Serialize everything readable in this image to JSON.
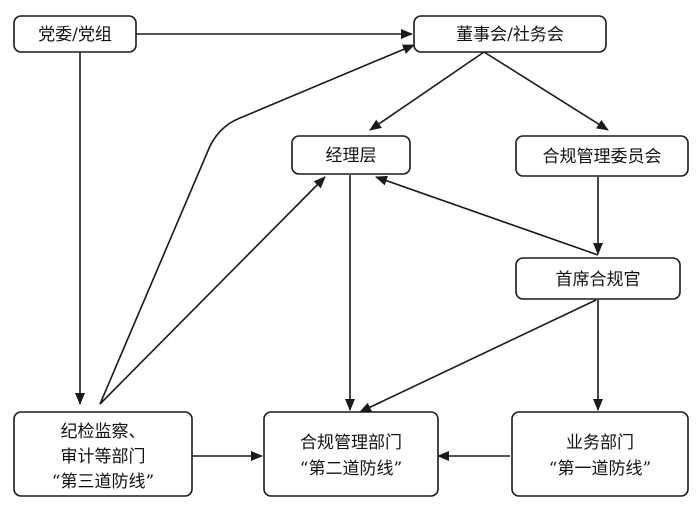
{
  "nodes": {
    "party": {
      "lines": [
        "党委/党组"
      ]
    },
    "board": {
      "lines": [
        "董事会/社务会"
      ]
    },
    "manager": {
      "lines": [
        "经理层"
      ]
    },
    "committee": {
      "lines": [
        "合规管理委员会"
      ]
    },
    "cco": {
      "lines": [
        "首席合规官"
      ]
    },
    "audit": {
      "lines": [
        "纪检监察、",
        "审计等部门",
        "“第三道防线”"
      ]
    },
    "compliance_dept": {
      "lines": [
        "合规管理部门",
        "“第二道防线”"
      ]
    },
    "business": {
      "lines": [
        "业务部门",
        "“第一道防线”"
      ]
    }
  },
  "edges": [
    {
      "from": "party",
      "to": "board"
    },
    {
      "from": "party",
      "to": "audit"
    },
    {
      "from": "board",
      "to": "manager"
    },
    {
      "from": "board",
      "to": "committee"
    },
    {
      "from": "committee",
      "to": "cco"
    },
    {
      "from": "cco",
      "to": "manager"
    },
    {
      "from": "cco",
      "to": "compliance_dept"
    },
    {
      "from": "cco",
      "to": "business"
    },
    {
      "from": "manager",
      "to": "compliance_dept"
    },
    {
      "from": "audit",
      "to": "manager"
    },
    {
      "from": "audit",
      "to": "board"
    },
    {
      "from": "audit",
      "to": "compliance_dept"
    },
    {
      "from": "business",
      "to": "compliance_dept"
    }
  ],
  "colors": {
    "stroke": "#1a1a1a",
    "text": "#111111",
    "background": "#ffffff"
  }
}
